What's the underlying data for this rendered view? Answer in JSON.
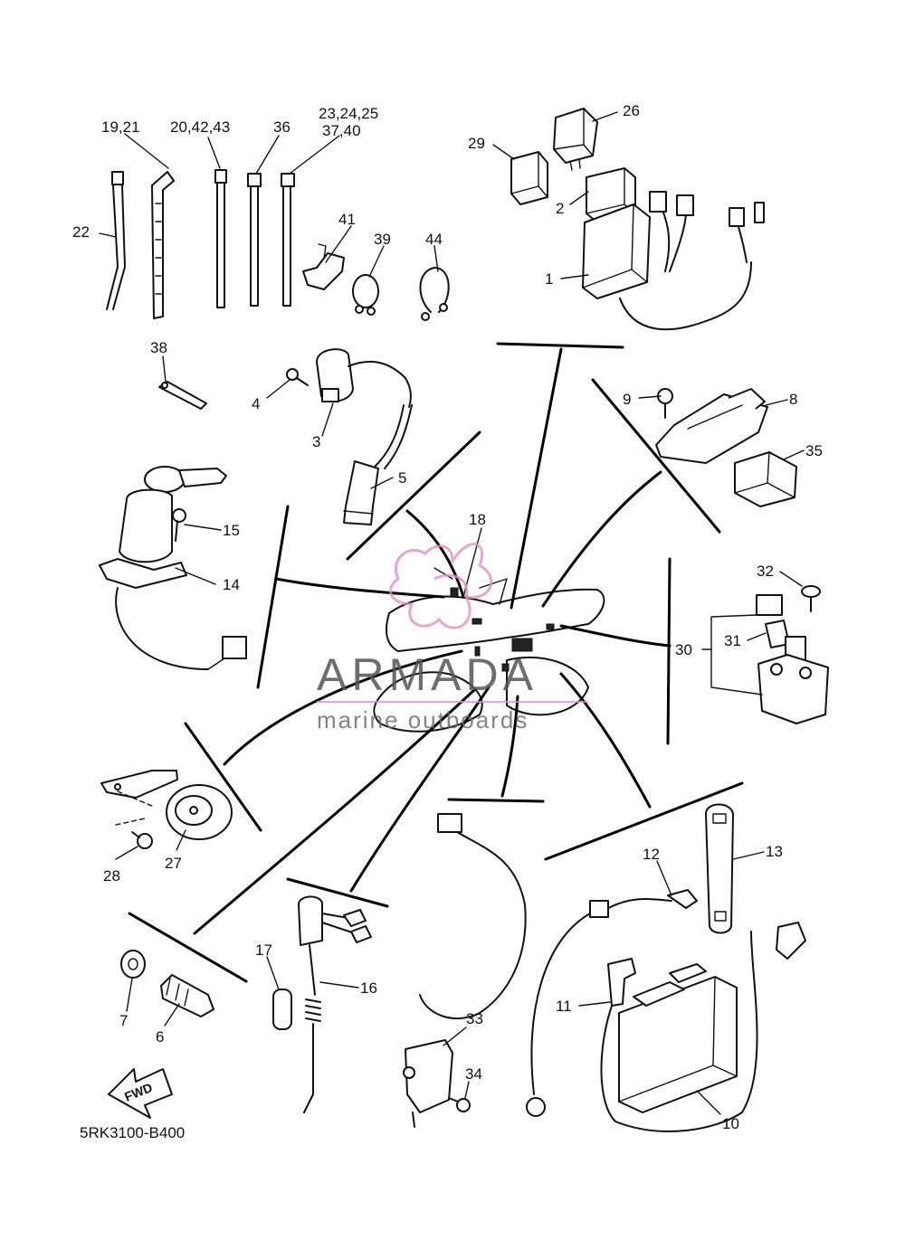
{
  "diagram_code": "5RK3100-B400",
  "watermark": {
    "brand": "ARMADA",
    "tagline": "marine outboards",
    "accent_color": "#e58fbd"
  },
  "fwd_label": "FWD",
  "labels": {
    "p1": "1",
    "p2": "2",
    "p3": "3",
    "p4": "4",
    "p5": "5",
    "p6": "6",
    "p7": "7",
    "p8": "8",
    "p9": "9",
    "p10": "10",
    "p11": "11",
    "p12": "12",
    "p13": "13",
    "p14": "14",
    "p15": "15",
    "p16": "16",
    "p17": "17",
    "p18": "18",
    "p19_21": "19,21",
    "p20_42_43": "20,42,43",
    "p22": "22",
    "p23_25": "23,24,25",
    "p37_40": "37,40",
    "p26": "26",
    "p27": "27",
    "p28": "28",
    "p29": "29",
    "p30": "30",
    "p31": "31",
    "p32": "32",
    "p33": "33",
    "p34": "34",
    "p35": "35",
    "p36": "36",
    "p38": "38",
    "p39": "39",
    "p41": "41",
    "p44": "44"
  }
}
